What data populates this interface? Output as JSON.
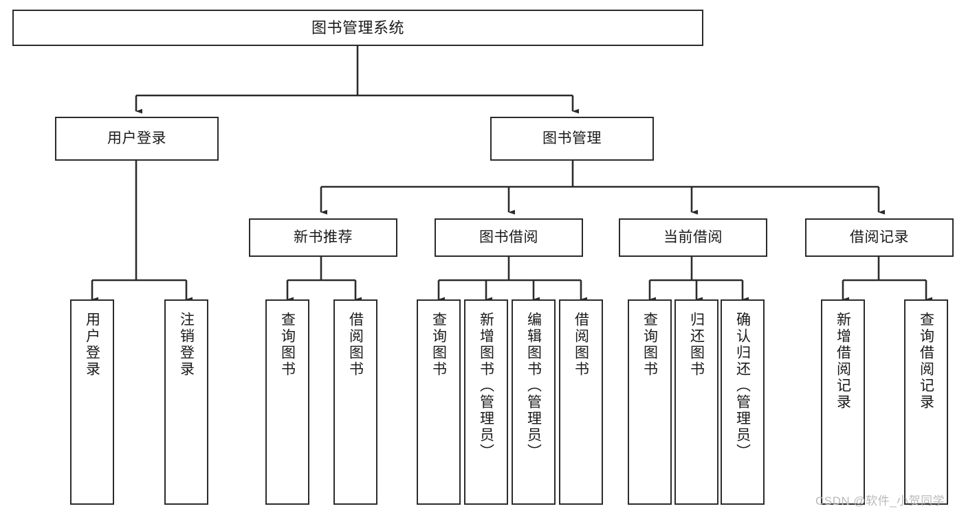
{
  "diagram": {
    "title": "图书管理系统",
    "type": "hierarchy-tree",
    "watermark": "CSDN @软件_小贺同学",
    "colors": {
      "stroke": "#2b2b2b",
      "fill": "#ffffff",
      "text": "#1a1a1a",
      "watermark": "#b9b9b9"
    },
    "nodes": {
      "root": {
        "label": "图书管理系统"
      },
      "level2": [
        {
          "id": "user-login",
          "label": "用户登录"
        },
        {
          "id": "book-manage",
          "label": "图书管理"
        }
      ],
      "level3": [
        {
          "id": "new-book-recommend",
          "label": "新书推荐"
        },
        {
          "id": "book-borrow",
          "label": "图书借阅"
        },
        {
          "id": "current-borrow",
          "label": "当前借阅"
        },
        {
          "id": "borrow-record",
          "label": "借阅记录"
        }
      ],
      "leaves": {
        "user-login": [
          {
            "id": "leaf-user-login",
            "label": "用户登录"
          },
          {
            "id": "leaf-logout-login",
            "label": "注销登录"
          }
        ],
        "new-book-recommend": [
          {
            "id": "leaf-query-book-1",
            "label": "查询图书"
          },
          {
            "id": "leaf-borrow-book-1",
            "label": "借阅图书"
          }
        ],
        "book-borrow": [
          {
            "id": "leaf-query-book-2",
            "label": "查询图书"
          },
          {
            "id": "leaf-add-book-admin",
            "label": "新增图书（管理员）"
          },
          {
            "id": "leaf-edit-book-admin",
            "label": "编辑图书（管理员）"
          },
          {
            "id": "leaf-borrow-book-2",
            "label": "借阅图书"
          }
        ],
        "current-borrow": [
          {
            "id": "leaf-query-book-3",
            "label": "查询图书"
          },
          {
            "id": "leaf-return-book",
            "label": "归还图书"
          },
          {
            "id": "leaf-confirm-return-admin",
            "label": "确认归还（管理员）"
          }
        ],
        "borrow-record": [
          {
            "id": "leaf-add-borrow-record",
            "label": "新增借阅记录"
          },
          {
            "id": "leaf-query-borrow-record",
            "label": "查询借阅记录"
          }
        ]
      }
    }
  }
}
